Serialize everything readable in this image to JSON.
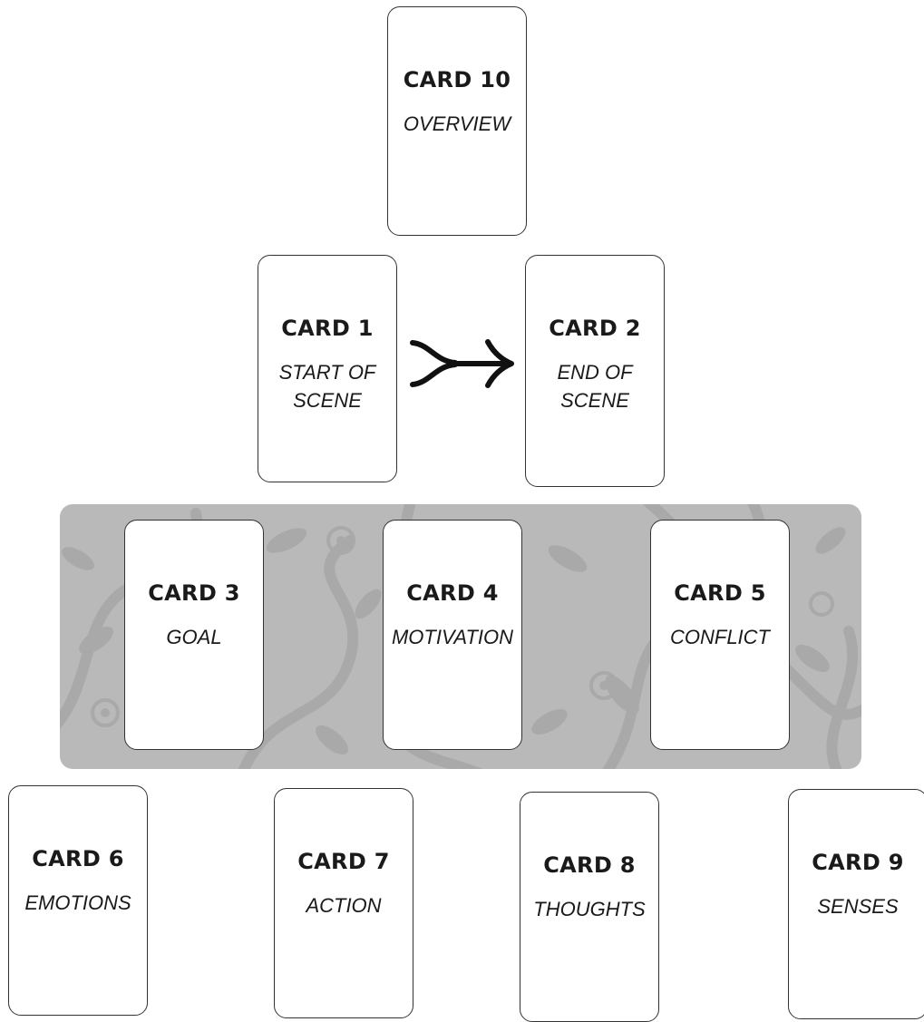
{
  "cards": [
    {
      "id": "card-10",
      "title": "CARD 10",
      "subtitle": "OVERVIEW"
    },
    {
      "id": "card-1",
      "title": "CARD 1",
      "subtitle": "START OF SCENE"
    },
    {
      "id": "card-2",
      "title": "CARD 2",
      "subtitle": "END OF SCENE"
    },
    {
      "id": "card-3",
      "title": "CARD 3",
      "subtitle": "GOAL"
    },
    {
      "id": "card-4",
      "title": "CARD 4",
      "subtitle": "MOTIVATION"
    },
    {
      "id": "card-5",
      "title": "CARD 5",
      "subtitle": "CONFLICT"
    },
    {
      "id": "card-6",
      "title": "CARD 6",
      "subtitle": "EMOTIONS"
    },
    {
      "id": "card-7",
      "title": "CARD 7",
      "subtitle": "ACTION"
    },
    {
      "id": "card-8",
      "title": "CARD 8",
      "subtitle": "THOUGHTS"
    },
    {
      "id": "card-9",
      "title": "CARD 9",
      "subtitle": "SENSES"
    }
  ],
  "colors": {
    "band_background": "#b9b9b9",
    "band_pattern": "#a9a9a9",
    "card_border": "#333333",
    "text": "#1a1a1a"
  },
  "icons": {
    "arrow": "curved-tail-right-arrow-icon",
    "band": "floral-vine-pattern"
  }
}
